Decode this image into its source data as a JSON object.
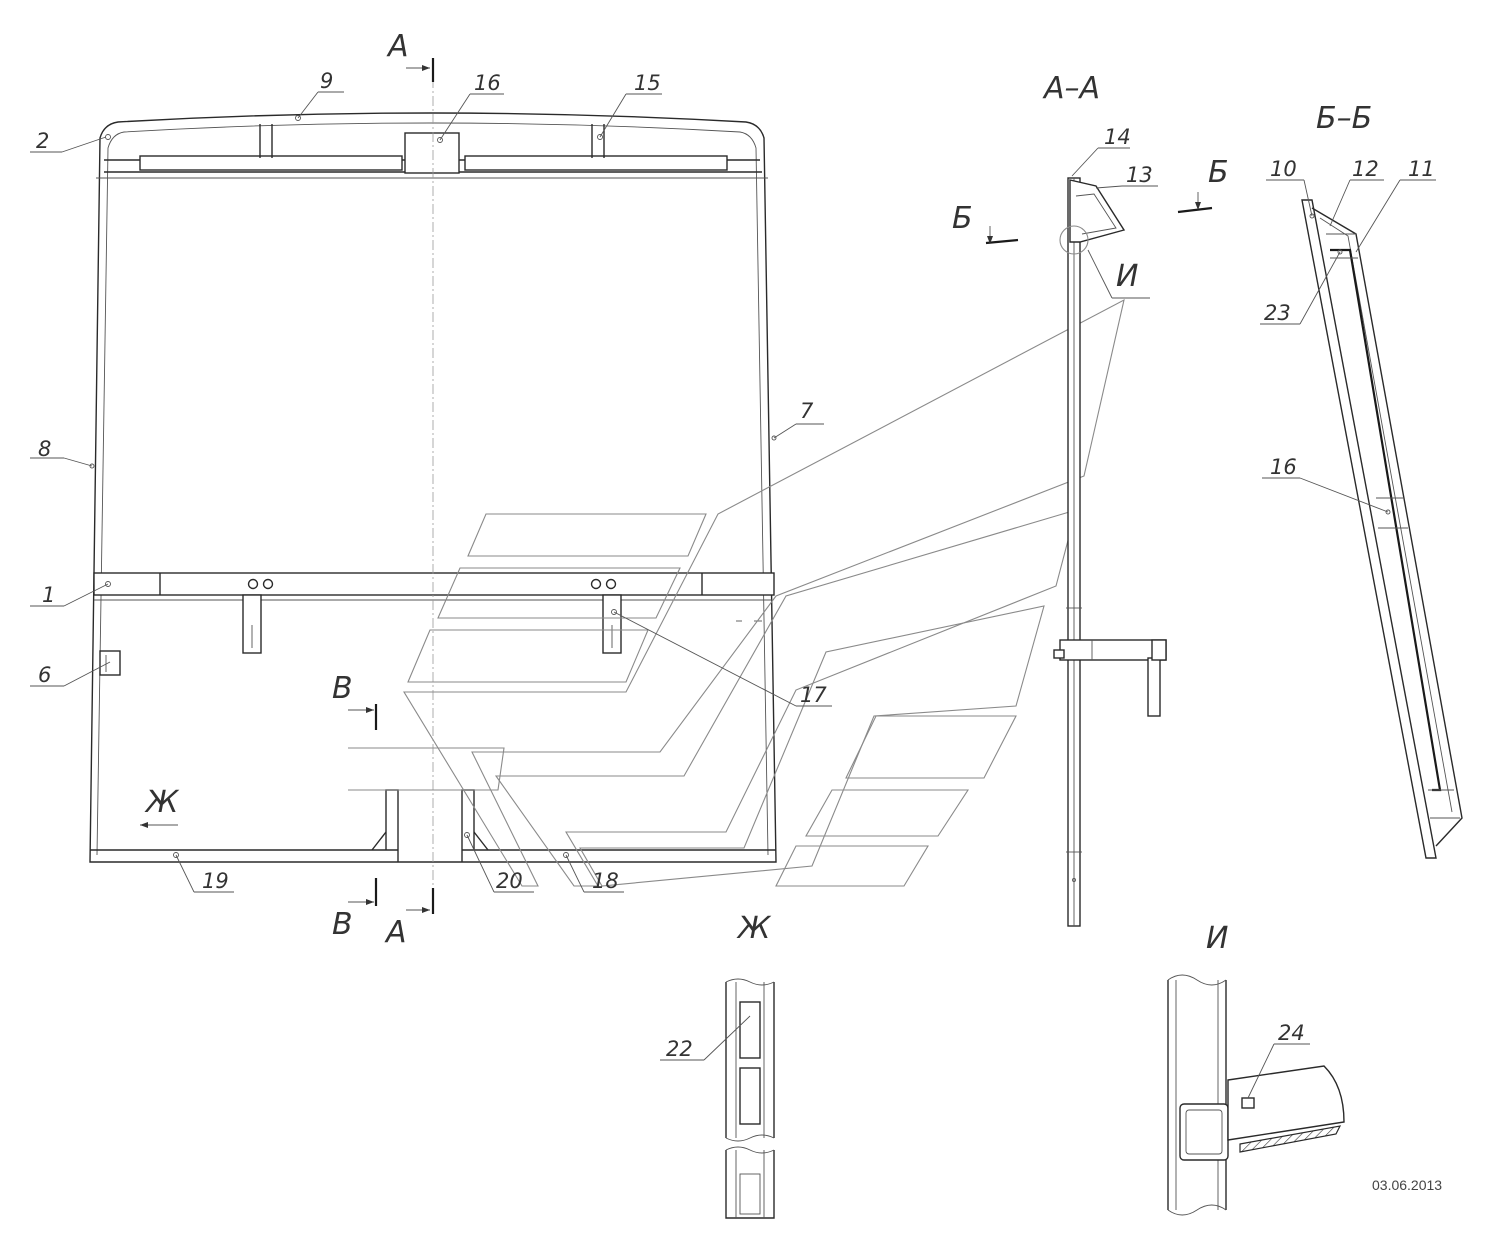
{
  "callouts": {
    "c1": "1",
    "c2": "2",
    "c6": "6",
    "c7": "7",
    "c8": "8",
    "c9": "9",
    "c10": "10",
    "c11": "11",
    "c12": "12",
    "c13": "13",
    "c14": "14",
    "c15": "15",
    "c16a": "16",
    "c16b": "16",
    "c17": "17",
    "c18": "18",
    "c19": "19",
    "c20": "20",
    "c22": "22",
    "c23": "23",
    "c24": "24"
  },
  "section_marks": {
    "a_top": "А",
    "a_bottom": "А",
    "v_top": "В",
    "v_bottom": "В",
    "b_left": "Б",
    "b_right": "Б",
    "zh_arrow": "Ж"
  },
  "view_titles": {
    "section_aa": "А–А",
    "section_bb": "Б–Б",
    "view_zh": "Ж",
    "view_i": "И",
    "detail_i_mark": "И"
  },
  "date": "03.06.2013"
}
